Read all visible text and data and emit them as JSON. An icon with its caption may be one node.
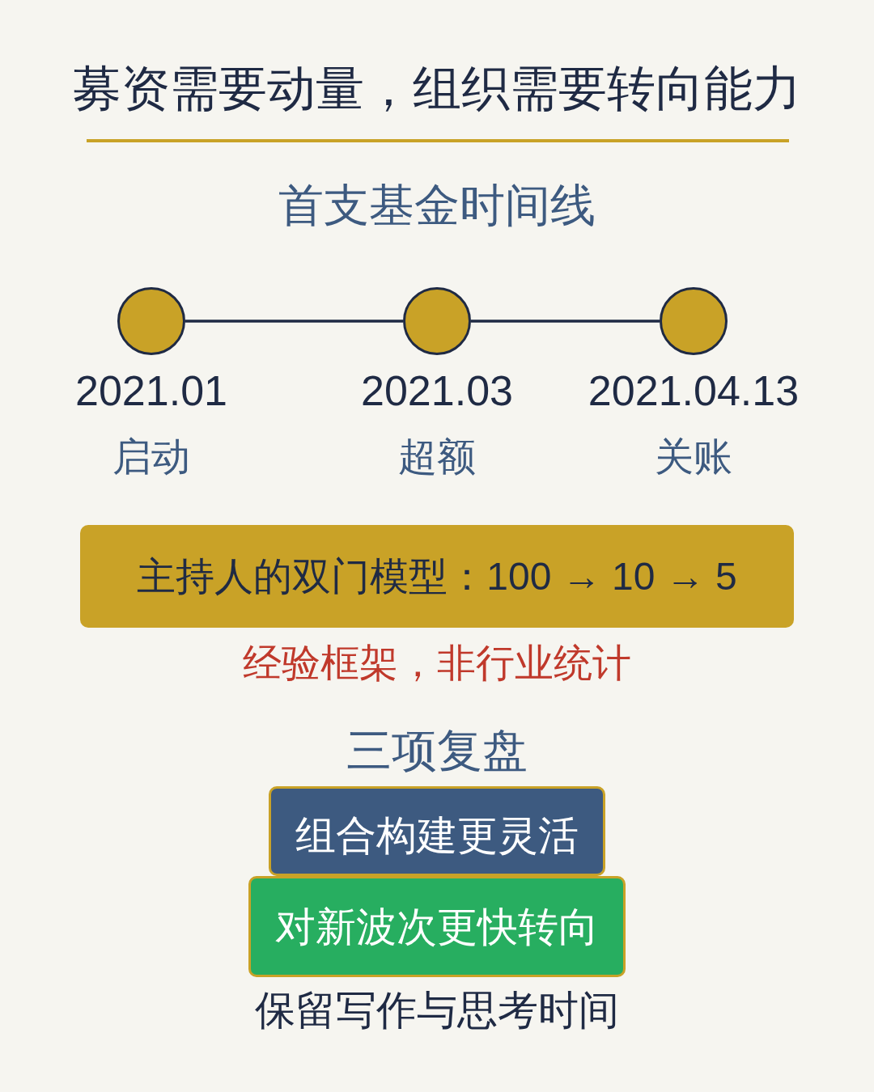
{
  "diagram": {
    "title": "募资需要动量，组织需要转向能力",
    "nodes": [
      {
        "text": [],
        "shape": "circle",
        "beside": [
          "2021.01",
          "启动"
        ]
      },
      {
        "text": [],
        "shape": "circle",
        "beside": [
          "2021.03",
          "超额"
        ]
      },
      {
        "text": [],
        "shape": "circle",
        "beside": [
          "2021.04.13",
          "关账"
        ]
      },
      {
        "text": [
          "主持人的双门模型：100 → 10 → 5"
        ]
      },
      {
        "text": [
          "组合构建更灵活"
        ]
      },
      {
        "text": [
          "对新波次更快转向"
        ]
      }
    ],
    "edges": [
      {
        "from": 0,
        "to": 1,
        "arrow": "none"
      },
      {
        "from": 1,
        "to": 2,
        "arrow": "none"
      }
    ],
    "labels": [
      "首支基金时间线",
      "经验框架，非行业统计",
      "三项复盘",
      "保留写作与思考时间"
    ]
  }
}
